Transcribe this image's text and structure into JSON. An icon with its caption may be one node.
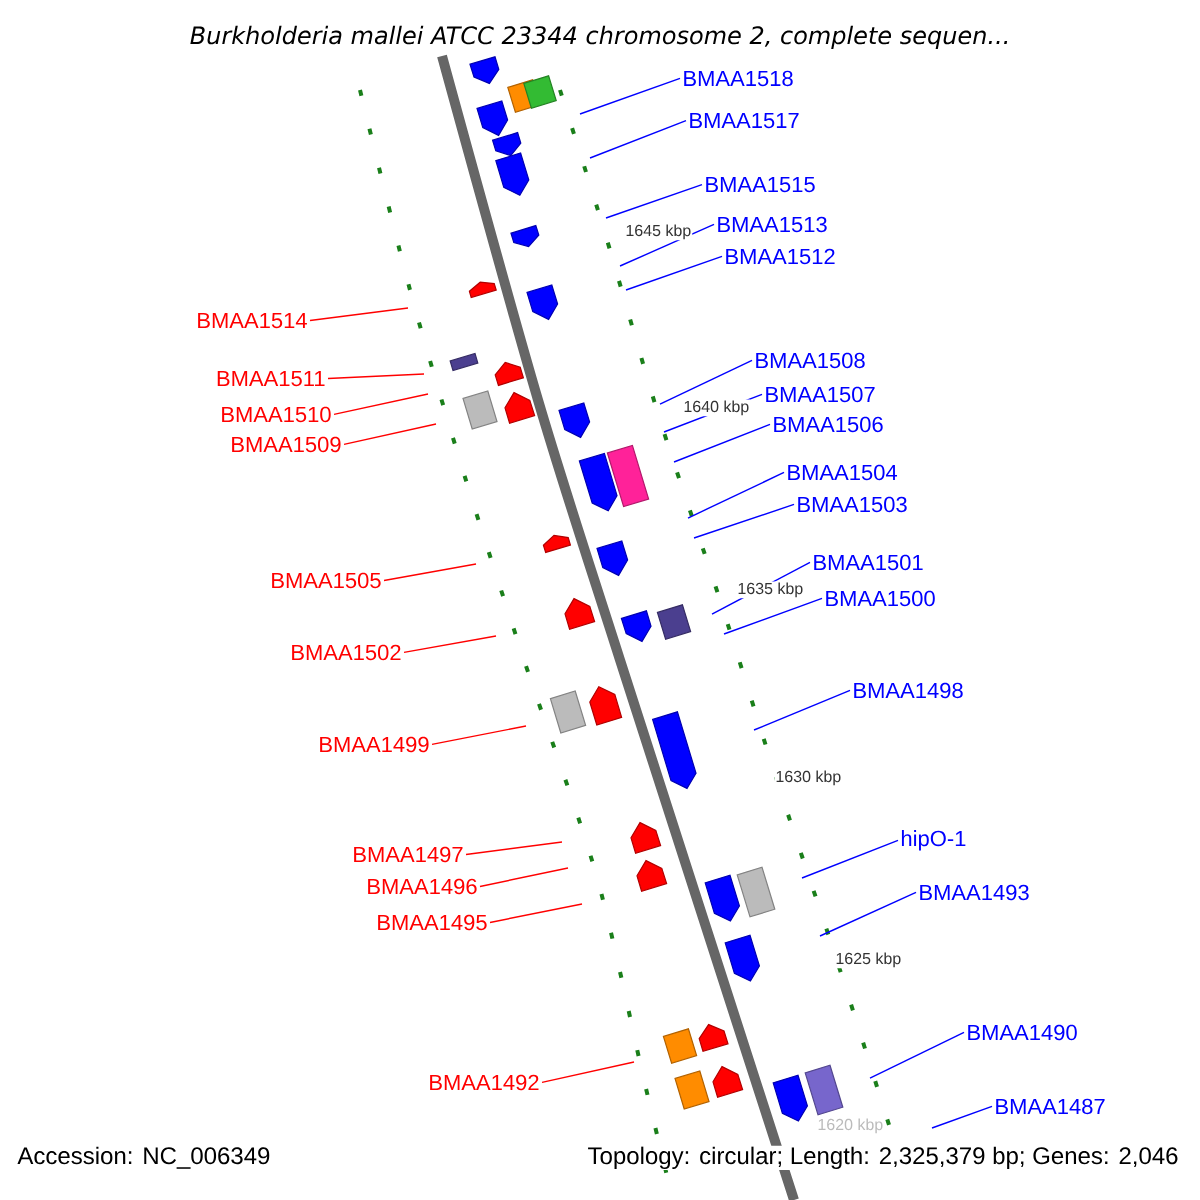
{
  "diagram": {
    "title": "Burkholderia mallei ATCC 23344 chromosome 2, complete sequen...",
    "nodes": [
      {
        "text": [
          "BMAA1518"
        ]
      },
      {
        "text": [
          "BMAA1517"
        ]
      },
      {
        "text": [
          "BMAA1515"
        ]
      },
      {
        "text": [
          "BMAA1513"
        ]
      },
      {
        "text": [
          "BMAA1512"
        ]
      },
      {
        "text": [
          "BMAA1514"
        ]
      },
      {
        "text": [
          "BMAA1511"
        ]
      },
      {
        "text": [
          "BMAA1508"
        ]
      },
      {
        "text": [
          "BMAA1507"
        ]
      },
      {
        "text": [
          "BMAA1510"
        ]
      },
      {
        "text": [
          "BMAA1509"
        ]
      },
      {
        "text": [
          "BMAA1506"
        ]
      },
      {
        "text": [
          "BMAA1504"
        ]
      },
      {
        "text": [
          "BMAA1503"
        ]
      },
      {
        "text": [
          "BMAA1501"
        ]
      },
      {
        "text": [
          "BMAA1505"
        ]
      },
      {
        "text": [
          "BMAA1500"
        ]
      },
      {
        "text": [
          "BMAA1502"
        ]
      },
      {
        "text": [
          "BMAA1498"
        ]
      },
      {
        "text": [
          "BMAA1499"
        ]
      },
      {
        "text": [
          "hipO-1"
        ]
      },
      {
        "text": [
          "BMAA1497"
        ]
      },
      {
        "text": [
          "BMAA1496"
        ]
      },
      {
        "text": [
          "BMAA1493"
        ]
      },
      {
        "text": [
          "BMAA1495"
        ]
      },
      {
        "text": [
          "BMAA1490"
        ]
      },
      {
        "text": [
          "BMAA1492"
        ]
      },
      {
        "text": [
          "BMAA1487"
        ]
      }
    ],
    "edges": [
      {
        "from": 0,
        "to": null,
        "arrow": "none"
      },
      {
        "from": 1,
        "to": null,
        "arrow": "none"
      },
      {
        "from": 2,
        "to": null,
        "arrow": "none"
      },
      {
        "from": 3,
        "to": null,
        "arrow": "none"
      },
      {
        "from": 4,
        "to": null,
        "arrow": "none"
      },
      {
        "from": 5,
        "to": null,
        "arrow": "none",
        "color": "#ff0000"
      },
      {
        "from": 6,
        "to": null,
        "arrow": "none",
        "color": "#ff0000"
      },
      {
        "from": 7,
        "to": null,
        "arrow": "none"
      },
      {
        "from": 8,
        "to": null,
        "arrow": "none"
      },
      {
        "from": 9,
        "to": null,
        "arrow": "none",
        "color": "#ff0000"
      },
      {
        "from": 10,
        "to": null,
        "arrow": "none",
        "color": "#ff0000"
      },
      {
        "from": 11,
        "to": null,
        "arrow": "none"
      },
      {
        "from": 12,
        "to": null,
        "arrow": "none"
      },
      {
        "from": 13,
        "to": null,
        "arrow": "none"
      },
      {
        "from": 14,
        "to": null,
        "arrow": "none"
      },
      {
        "from": 15,
        "to": null,
        "arrow": "none",
        "color": "#ff0000"
      },
      {
        "from": 16,
        "to": null,
        "arrow": "none"
      },
      {
        "from": 17,
        "to": null,
        "arrow": "none",
        "color": "#ff0000"
      },
      {
        "from": 18,
        "to": null,
        "arrow": "none"
      },
      {
        "from": 19,
        "to": null,
        "arrow": "none",
        "color": "#ff0000"
      },
      {
        "from": 20,
        "to": null,
        "arrow": "none"
      },
      {
        "from": 21,
        "to": null,
        "arrow": "none",
        "color": "#ff0000"
      },
      {
        "from": 22,
        "to": null,
        "arrow": "none",
        "color": "#ff0000"
      },
      {
        "from": 23,
        "to": null,
        "arrow": "none"
      },
      {
        "from": 24,
        "to": null,
        "arrow": "none",
        "color": "#ff0000"
      },
      {
        "from": 25,
        "to": null,
        "arrow": "none"
      },
      {
        "from": 26,
        "to": null,
        "arrow": "none",
        "color": "#ff0000"
      },
      {
        "from": 27,
        "to": null,
        "arrow": "none"
      }
    ],
    "labels": [
      "1645 kbp",
      "1640 kbp",
      "1635 kbp",
      "1630 kbp",
      "1625 kbp",
      "1620 kbp",
      "Accession: NC_006349",
      "Topology: circular; Length: 2,325,379 bp; Genes: 2,046"
    ]
  }
}
